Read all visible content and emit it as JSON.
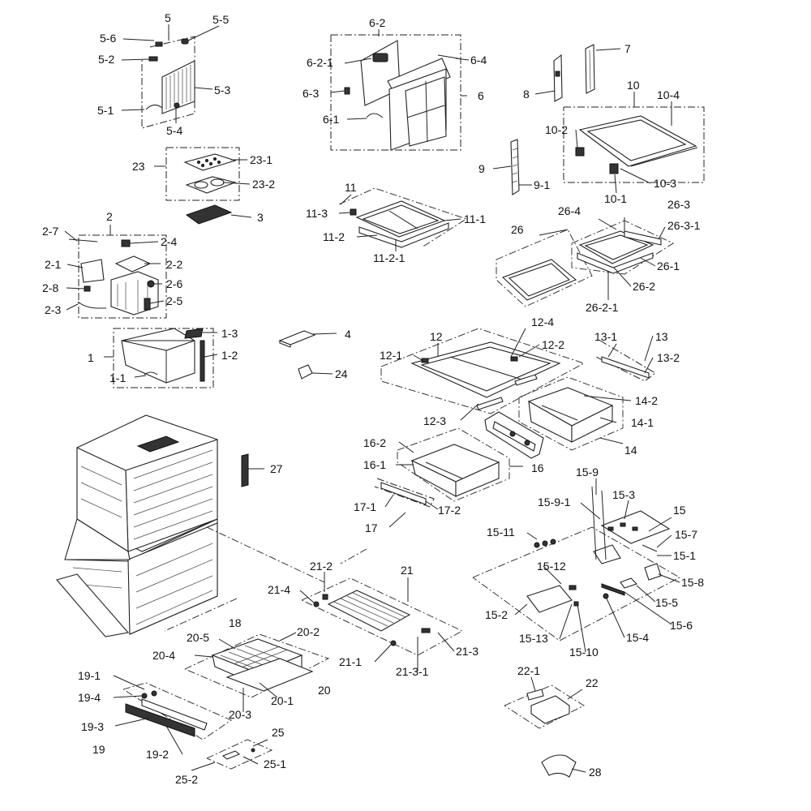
{
  "labels": [
    "5",
    "5-6",
    "5-5",
    "5-2",
    "5-3",
    "5-1",
    "5-4",
    "6-2",
    "6-2-1",
    "6-4",
    "6-3",
    "6",
    "6-1",
    "7",
    "8",
    "10",
    "10-4",
    "10-2",
    "9",
    "10-3",
    "9-1",
    "10-1",
    "23",
    "23-1",
    "23-2",
    "3",
    "11",
    "11-3",
    "11-1",
    "11-2",
    "11-2-1",
    "26-3",
    "26-4",
    "26-3-1",
    "26",
    "26-1",
    "26-2",
    "26-2-1",
    "2",
    "2-7",
    "2-4",
    "2-1",
    "2-2",
    "2-8",
    "2-6",
    "2-3",
    "2-5",
    "1-3",
    "4",
    "1",
    "1-2",
    "1-1",
    "24",
    "12",
    "12-4",
    "12-1",
    "12-2",
    "13-1",
    "13",
    "13-2",
    "14-2",
    "12-3",
    "14-1",
    "14",
    "16-2",
    "16-1",
    "16",
    "15-9",
    "27",
    "17-1",
    "17-2",
    "17",
    "15-9-1",
    "15-3",
    "15",
    "15-11",
    "15-7",
    "15-1",
    "21-2",
    "21",
    "15-12",
    "15-8",
    "21-4",
    "15-5",
    "15-2",
    "15-6",
    "18",
    "15-13",
    "15-4",
    "15-10",
    "20-5",
    "20-2",
    "20-4",
    "21-3",
    "21-1",
    "21-3-1",
    "20",
    "20-1",
    "20-3",
    "19-1",
    "19-4",
    "19-3",
    "19",
    "19-2",
    "22-1",
    "22",
    "25",
    "25-1",
    "25-2",
    "28"
  ]
}
